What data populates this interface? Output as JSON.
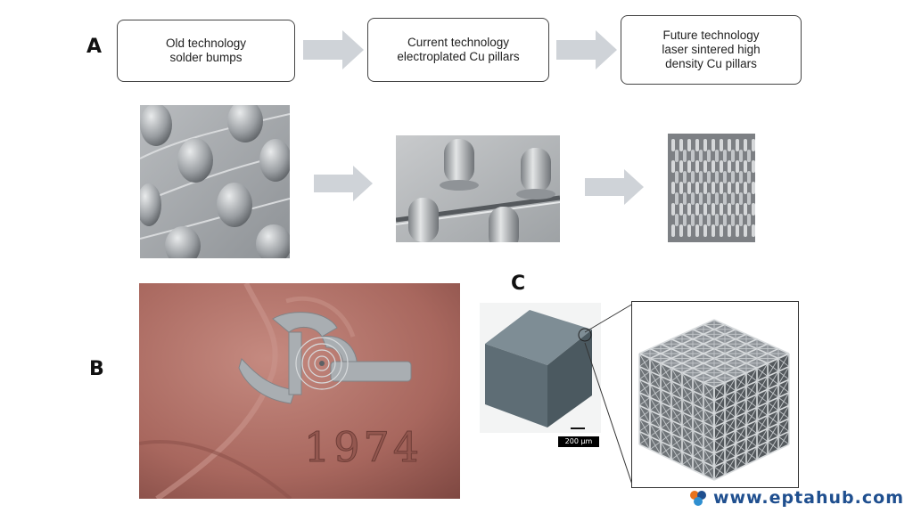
{
  "panels": {
    "a": "A",
    "b": "B",
    "c": "C"
  },
  "flow": {
    "old": "Old technology\nsolder bumps",
    "current": "Current technology\nelectroplated Cu pillars",
    "future": "Future technology\nlaser sintered high\ndensity Cu pillars"
  },
  "scale_bar": "200 µm",
  "coin_year": "1974",
  "watermark": "www.eptahub.com",
  "colors": {
    "arrow": "#cfd3d8",
    "cube": "#5e6d75",
    "copper": "#a8675e",
    "watermark": "#1f4f8f"
  }
}
